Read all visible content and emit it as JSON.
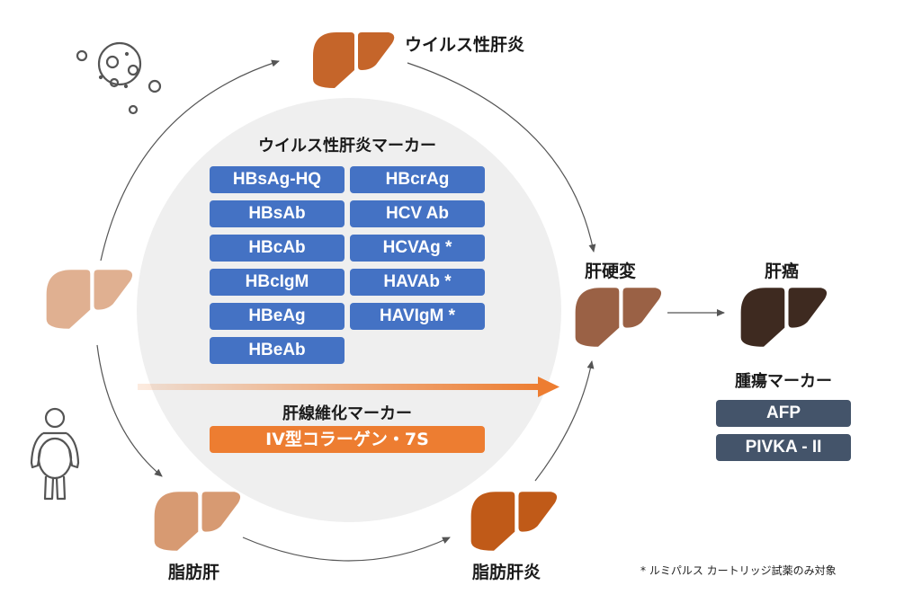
{
  "stages": {
    "viral_hepatitis": {
      "label": "ウイルス性肝炎",
      "color": "#c5652a"
    },
    "normal_liver": {
      "label": "",
      "color": "#e0b091"
    },
    "fatty_liver": {
      "label": "脂肪肝",
      "color": "#d79a72"
    },
    "steatohepatitis": {
      "label": "脂肪肝炎",
      "color": "#c05a18"
    },
    "cirrhosis": {
      "label": "肝硬変",
      "color": "#9a6145"
    },
    "liver_cancer": {
      "label": "肝癌",
      "color": "#3e2a20"
    }
  },
  "viral_markers": {
    "title": "ウイルス性肝炎マーカー",
    "color": "#4472c4",
    "left": [
      "HBsAg-HQ",
      "HBsAb",
      "HBcAb",
      "HBcIgM",
      "HBeAg",
      "HBeAb"
    ],
    "right": [
      "HBcrAg",
      "HCV Ab",
      "HCVAg *",
      "HAVAb *",
      "HAVIgM *"
    ]
  },
  "fibrosis_markers": {
    "title": "肝線維化マーカー",
    "color": "#ed7d31",
    "items": [
      "IV型コラーゲン・7S"
    ]
  },
  "tumor_markers": {
    "title": "腫瘍マーカー",
    "color": "#44546a",
    "items": [
      "AFP",
      "PIVKA - II"
    ]
  },
  "footnote": "*  ルミパルス カートリッジ試薬のみ対象",
  "icons": [
    "virus-icon",
    "obese-person-icon"
  ]
}
